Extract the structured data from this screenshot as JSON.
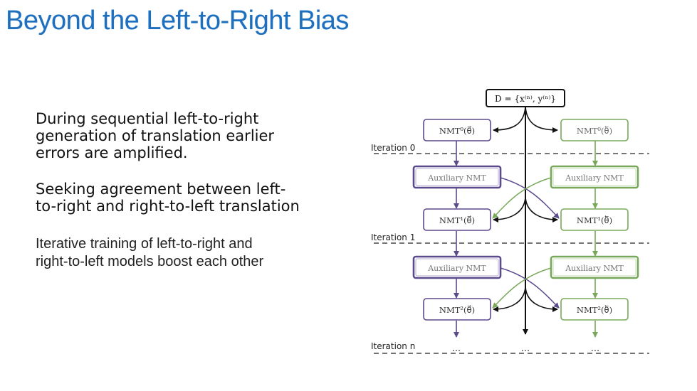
{
  "slide": {
    "title": "Beyond the Left-to-Right Bias",
    "bullets": [
      {
        "lines": [
          "During sequential left-to-right",
          "generation of translation earlier",
          "errors are amplified."
        ]
      },
      {
        "lines": [
          "Seeking agreement between left-",
          "to-right and right-to-left translation"
        ]
      },
      {
        "lines": [
          "Iterative training of left-to-right and",
          "right-to-left models boost each other"
        ]
      }
    ]
  },
  "diagram": {
    "data_box": "D = {x⁽ⁿ⁾, y⁽ⁿ⁾}",
    "iterations": [
      "Iteration 0",
      "Iteration 1",
      "Iteration n"
    ],
    "left_models": [
      "NMT⁰(θ⃗)",
      "NMT¹(θ⃗)",
      "NMT²(θ⃗)"
    ],
    "right_models": [
      "NMT⁰(θ⃖)",
      "NMT¹(θ⃖)",
      "NMT²(θ⃖)"
    ],
    "auxiliary_left": "Auxiliary NMT",
    "auxiliary_right": "Auxiliary NMT",
    "ellipsis": "...",
    "colors": {
      "left": "#5b4a8c",
      "right": "#79a85a",
      "data": "#111111",
      "title": "#1f6fbf"
    }
  }
}
